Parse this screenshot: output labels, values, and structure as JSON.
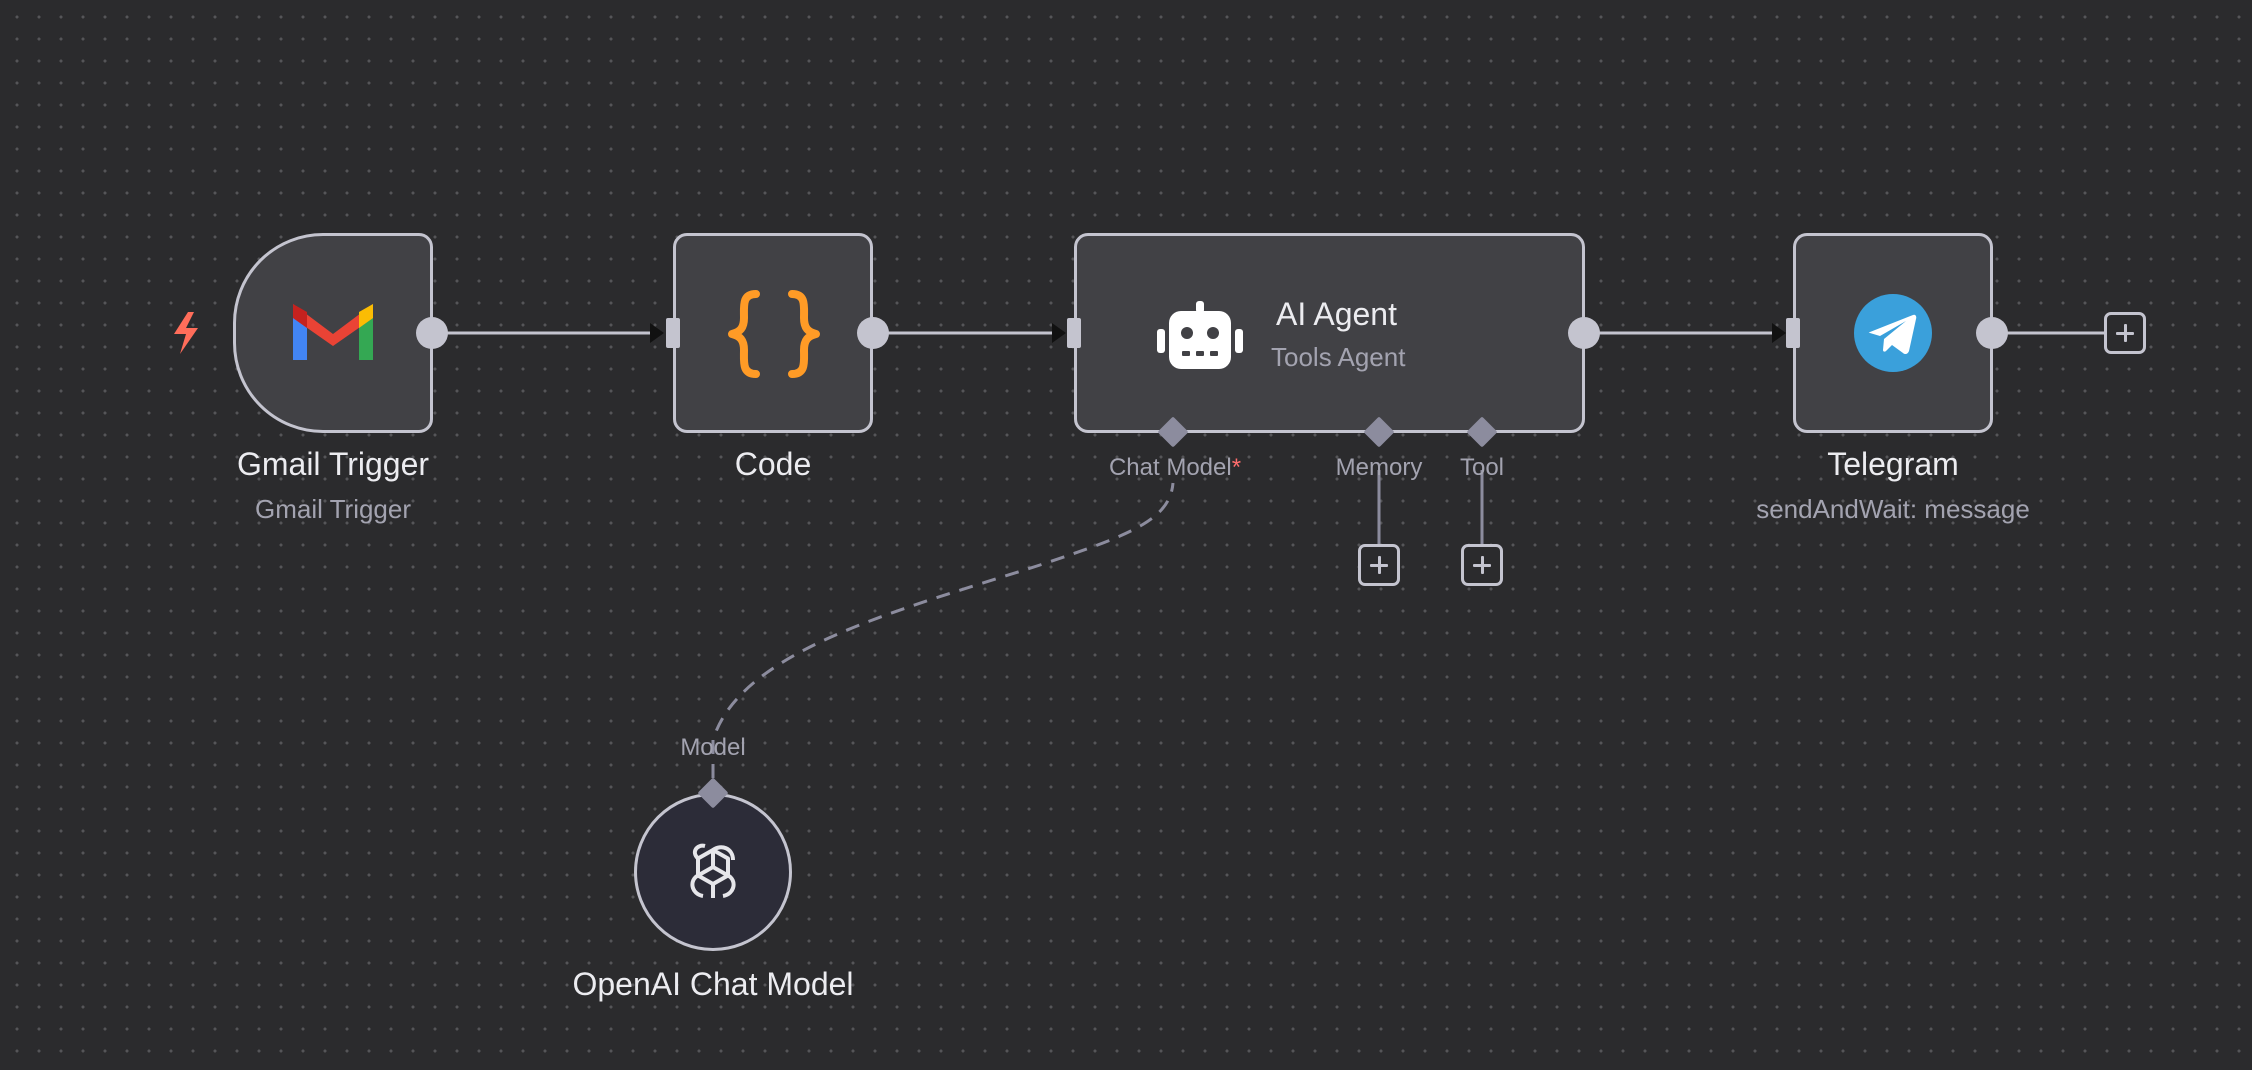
{
  "canvas": {
    "background": "#2b2b2d",
    "accent_colors": {
      "node_border": "#c4c4cf",
      "node_fill": "#414145",
      "trigger_bolt": "#ff6d5a",
      "code_icon": "#ff9b26",
      "telegram_blue": "#3aa0db",
      "required_marker": "#ff6d6d"
    }
  },
  "nodes": {
    "gmail_trigger": {
      "title": "Gmail Trigger",
      "subtitle": "Gmail Trigger",
      "icon": "gmail-icon"
    },
    "code": {
      "title": "Code",
      "icon": "curly-braces-icon"
    },
    "ai_agent": {
      "title": "AI Agent",
      "subtitle": "Tools Agent",
      "icon": "robot-icon"
    },
    "telegram": {
      "title": "Telegram",
      "subtitle": "sendAndWait: message",
      "icon": "telegram-icon"
    },
    "openai_chat_model": {
      "title": "OpenAI Chat Model",
      "icon": "openai-icon"
    }
  },
  "ports": {
    "chat_model": "Chat Model",
    "chat_model_required": "*",
    "memory": "Memory",
    "tool": "Tool",
    "model": "Model"
  }
}
